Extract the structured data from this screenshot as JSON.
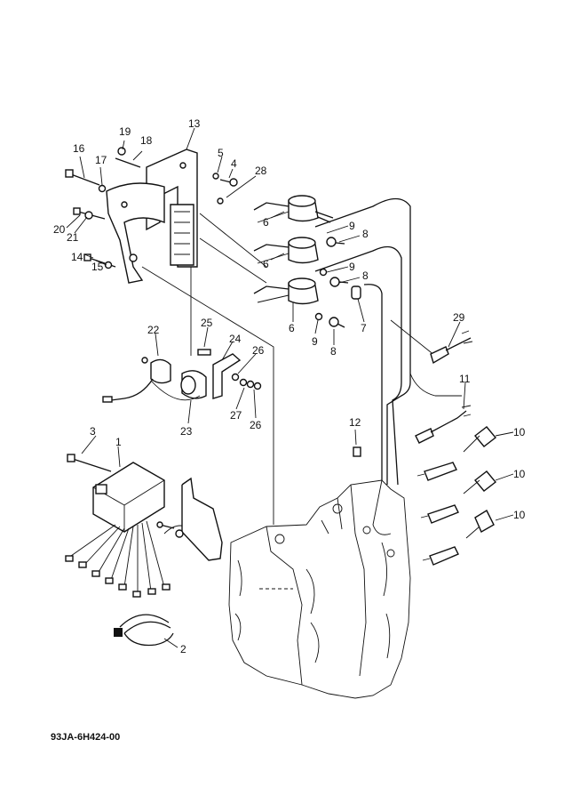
{
  "diagram_code": "93JA-6H424-00",
  "callouts": {
    "c1": "1",
    "c2": "2",
    "c3": "3",
    "c4": "4",
    "c5": "5",
    "c6a": "6",
    "c6b": "6",
    "c6c": "6",
    "c7": "7",
    "c8a": "8",
    "c8b": "8",
    "c8c": "8",
    "c9a": "9",
    "c9b": "9",
    "c9c": "9",
    "c10a": "10",
    "c10b": "10",
    "c10c": "10",
    "c11": "11",
    "c12": "12",
    "c13": "13",
    "c14": "14",
    "c15": "15",
    "c16": "16",
    "c17": "17",
    "c18": "18",
    "c19": "19",
    "c20": "20",
    "c21": "21",
    "c22": "22",
    "c23": "23",
    "c24": "24",
    "c25": "25",
    "c26a": "26",
    "c26b": "26",
    "c27": "27",
    "c28": "28",
    "c29": "29"
  }
}
